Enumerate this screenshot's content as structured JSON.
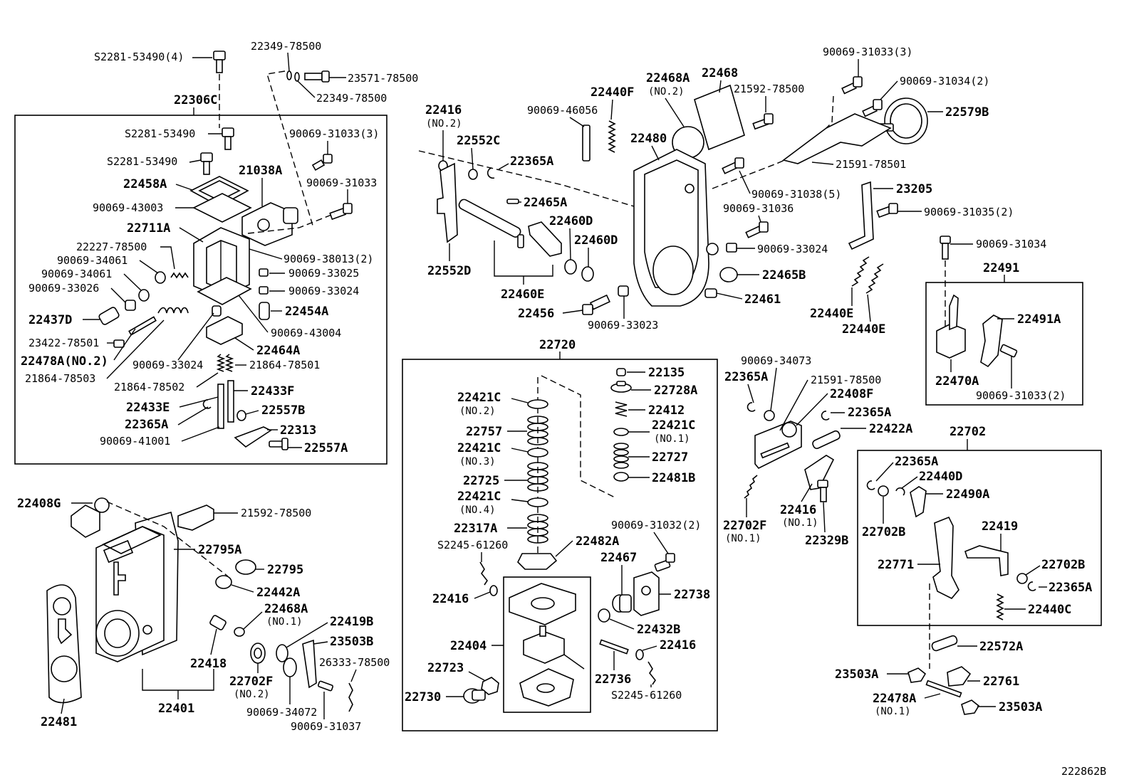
{
  "diagram_id": "222862B",
  "groups": {
    "governor_cover": "22306C",
    "distributor_head": "22720",
    "lever_set": "22491",
    "plate_set": "22702",
    "housing": "22401"
  },
  "labels": {
    "t_s2281_53490_4": "S2281-53490(4)",
    "t_22349_78500_top": "22349-78500",
    "t_23571_78500": "23571-78500",
    "t_22349_78500_b": "22349-78500",
    "t_s2281_53490_a": "S2281-53490",
    "t_90069_31033_3a": "90069-31033(3)",
    "t_s2281_53490_b": "S2281-53490",
    "t_21038a": "21038A",
    "t_22458a": "22458A",
    "t_90069_31033": "90069-31033",
    "t_90069_43003": "90069-43003",
    "t_22711a": "22711A",
    "t_22227_78500": "22227-78500",
    "t_90069_38013_2": "90069-38013(2)",
    "t_90069_34061_a": "90069-34061",
    "t_90069_33025": "90069-33025",
    "t_90069_34061_b": "90069-34061",
    "t_90069_33024_a": "90069-33024",
    "t_90069_33026": "90069-33026",
    "t_22454a": "22454A",
    "t_22437d": "22437D",
    "t_90069_43004": "90069-43004",
    "t_23422_78501": "23422-78501",
    "t_22464a": "22464A",
    "t_22478a_no2": "22478A(NO.2)",
    "t_90069_33024_b": "90069-33024",
    "t_21864_78501": "21864-78501",
    "t_21864_78503": "21864-78503",
    "t_21864_78502": "21864-78502",
    "t_22433f": "22433F",
    "t_22433e": "22433E",
    "t_22557b": "22557B",
    "t_22365a_l": "22365A",
    "t_22313": "22313",
    "t_90069_41001": "90069-41001",
    "t_22557a": "22557A",
    "t_22416_no2": "22416",
    "t_no2_a": "(NO.2)",
    "t_22552c": "22552C",
    "t_22365a_m": "22365A",
    "t_22465a": "22465A",
    "t_22460d_a": "22460D",
    "t_22460d_b": "22460D",
    "t_22552d": "22552D",
    "t_22460e": "22460E",
    "t_90069_46056": "90069-46056",
    "t_22440f": "22440F",
    "t_22468a_no2": "22468A",
    "t_no2_b": "(NO.2)",
    "t_22468": "22468",
    "t_21592_78500": "21592-78500",
    "t_22480": "22480",
    "t_90069_31038_5": "90069-31038(5)",
    "t_90069_31036": "90069-31036",
    "t_90069_33024_c": "90069-33024",
    "t_22465b": "22465B",
    "t_22461": "22461",
    "t_22456": "22456",
    "t_90069_33023": "90069-33023",
    "t_90069_31033_3b": "90069-31033(3)",
    "t_90069_31034_2": "90069-31034(2)",
    "t_22579b": "22579B",
    "t_21591_78501": "21591-78501",
    "t_23205": "23205",
    "t_90069_31035_2": "90069-31035(2)",
    "t_90069_31034": "90069-31034",
    "t_22440e_a": "22440E",
    "t_22440e_b": "22440E",
    "t_22491a": "22491A",
    "t_22470a": "22470A",
    "t_90069_31033_2": "90069-31033(2)",
    "t_22135": "22135",
    "t_22728a": "22728A",
    "t_22421c_no2": "22421C",
    "t_no2_c": "(NO.2)",
    "t_22412": "22412",
    "t_22757": "22757",
    "t_22421c_no1": "22421C",
    "t_no1_a": "(NO.1)",
    "t_22421c_no3": "22421C",
    "t_no3": "(NO.3)",
    "t_22727": "22727",
    "t_22725": "22725",
    "t_22481b": "22481B",
    "t_22421c_no4": "22421C",
    "t_no4": "(NO.4)",
    "t_22317a": "22317A",
    "t_22482a": "22482A",
    "t_90069_31032_2": "90069-31032(2)",
    "t_s2245_61260_a": "S2245-61260",
    "t_22467": "22467",
    "t_22416_c": "22416",
    "t_22738": "22738",
    "t_22404": "22404",
    "t_22432b": "22432B",
    "t_22723": "22723",
    "t_22416_d": "22416",
    "t_22730": "22730",
    "t_22736": "22736",
    "t_s2245_61260_b": "S2245-61260",
    "t_90069_34073": "90069-34073",
    "t_22365a_r1": "22365A",
    "t_21591_78500": "21591-78500",
    "t_22408f": "22408F",
    "t_22365a_r2": "22365A",
    "t_22422a": "22422A",
    "t_22702f_no1": "22702F",
    "t_no1_b": "(NO.1)",
    "t_22416_no1": "22416",
    "t_no1_c": "(NO.1)",
    "t_22329b": "22329B",
    "t_22365a_p1": "22365A",
    "t_22440d": "22440D",
    "t_22490a": "22490A",
    "t_22702b_a": "22702B",
    "t_22419": "22419",
    "t_22771": "22771",
    "t_22702b_b": "22702B",
    "t_22365a_p2": "22365A",
    "t_22440c": "22440C",
    "t_22572a": "22572A",
    "t_23503a_a": "23503A",
    "t_22761": "22761",
    "t_22478a_no1": "22478A",
    "t_no1_d": "(NO.1)",
    "t_23503a_b": "23503A",
    "t_22408g": "22408G",
    "t_21592_78500_b": "21592-78500",
    "t_22795a": "22795A",
    "t_22795": "22795",
    "t_22442a": "22442A",
    "t_22468a_no1": "22468A",
    "t_no1_e": "(NO.1)",
    "t_22419b": "22419B",
    "t_23503b": "23503B",
    "t_26333_78500": "26333-78500",
    "t_22418": "22418",
    "t_22702f_no2": "22702F",
    "t_no2_d": "(NO.2)",
    "t_90069_34072": "90069-34072",
    "t_90069_31037": "90069-31037",
    "t_22481": "22481"
  }
}
